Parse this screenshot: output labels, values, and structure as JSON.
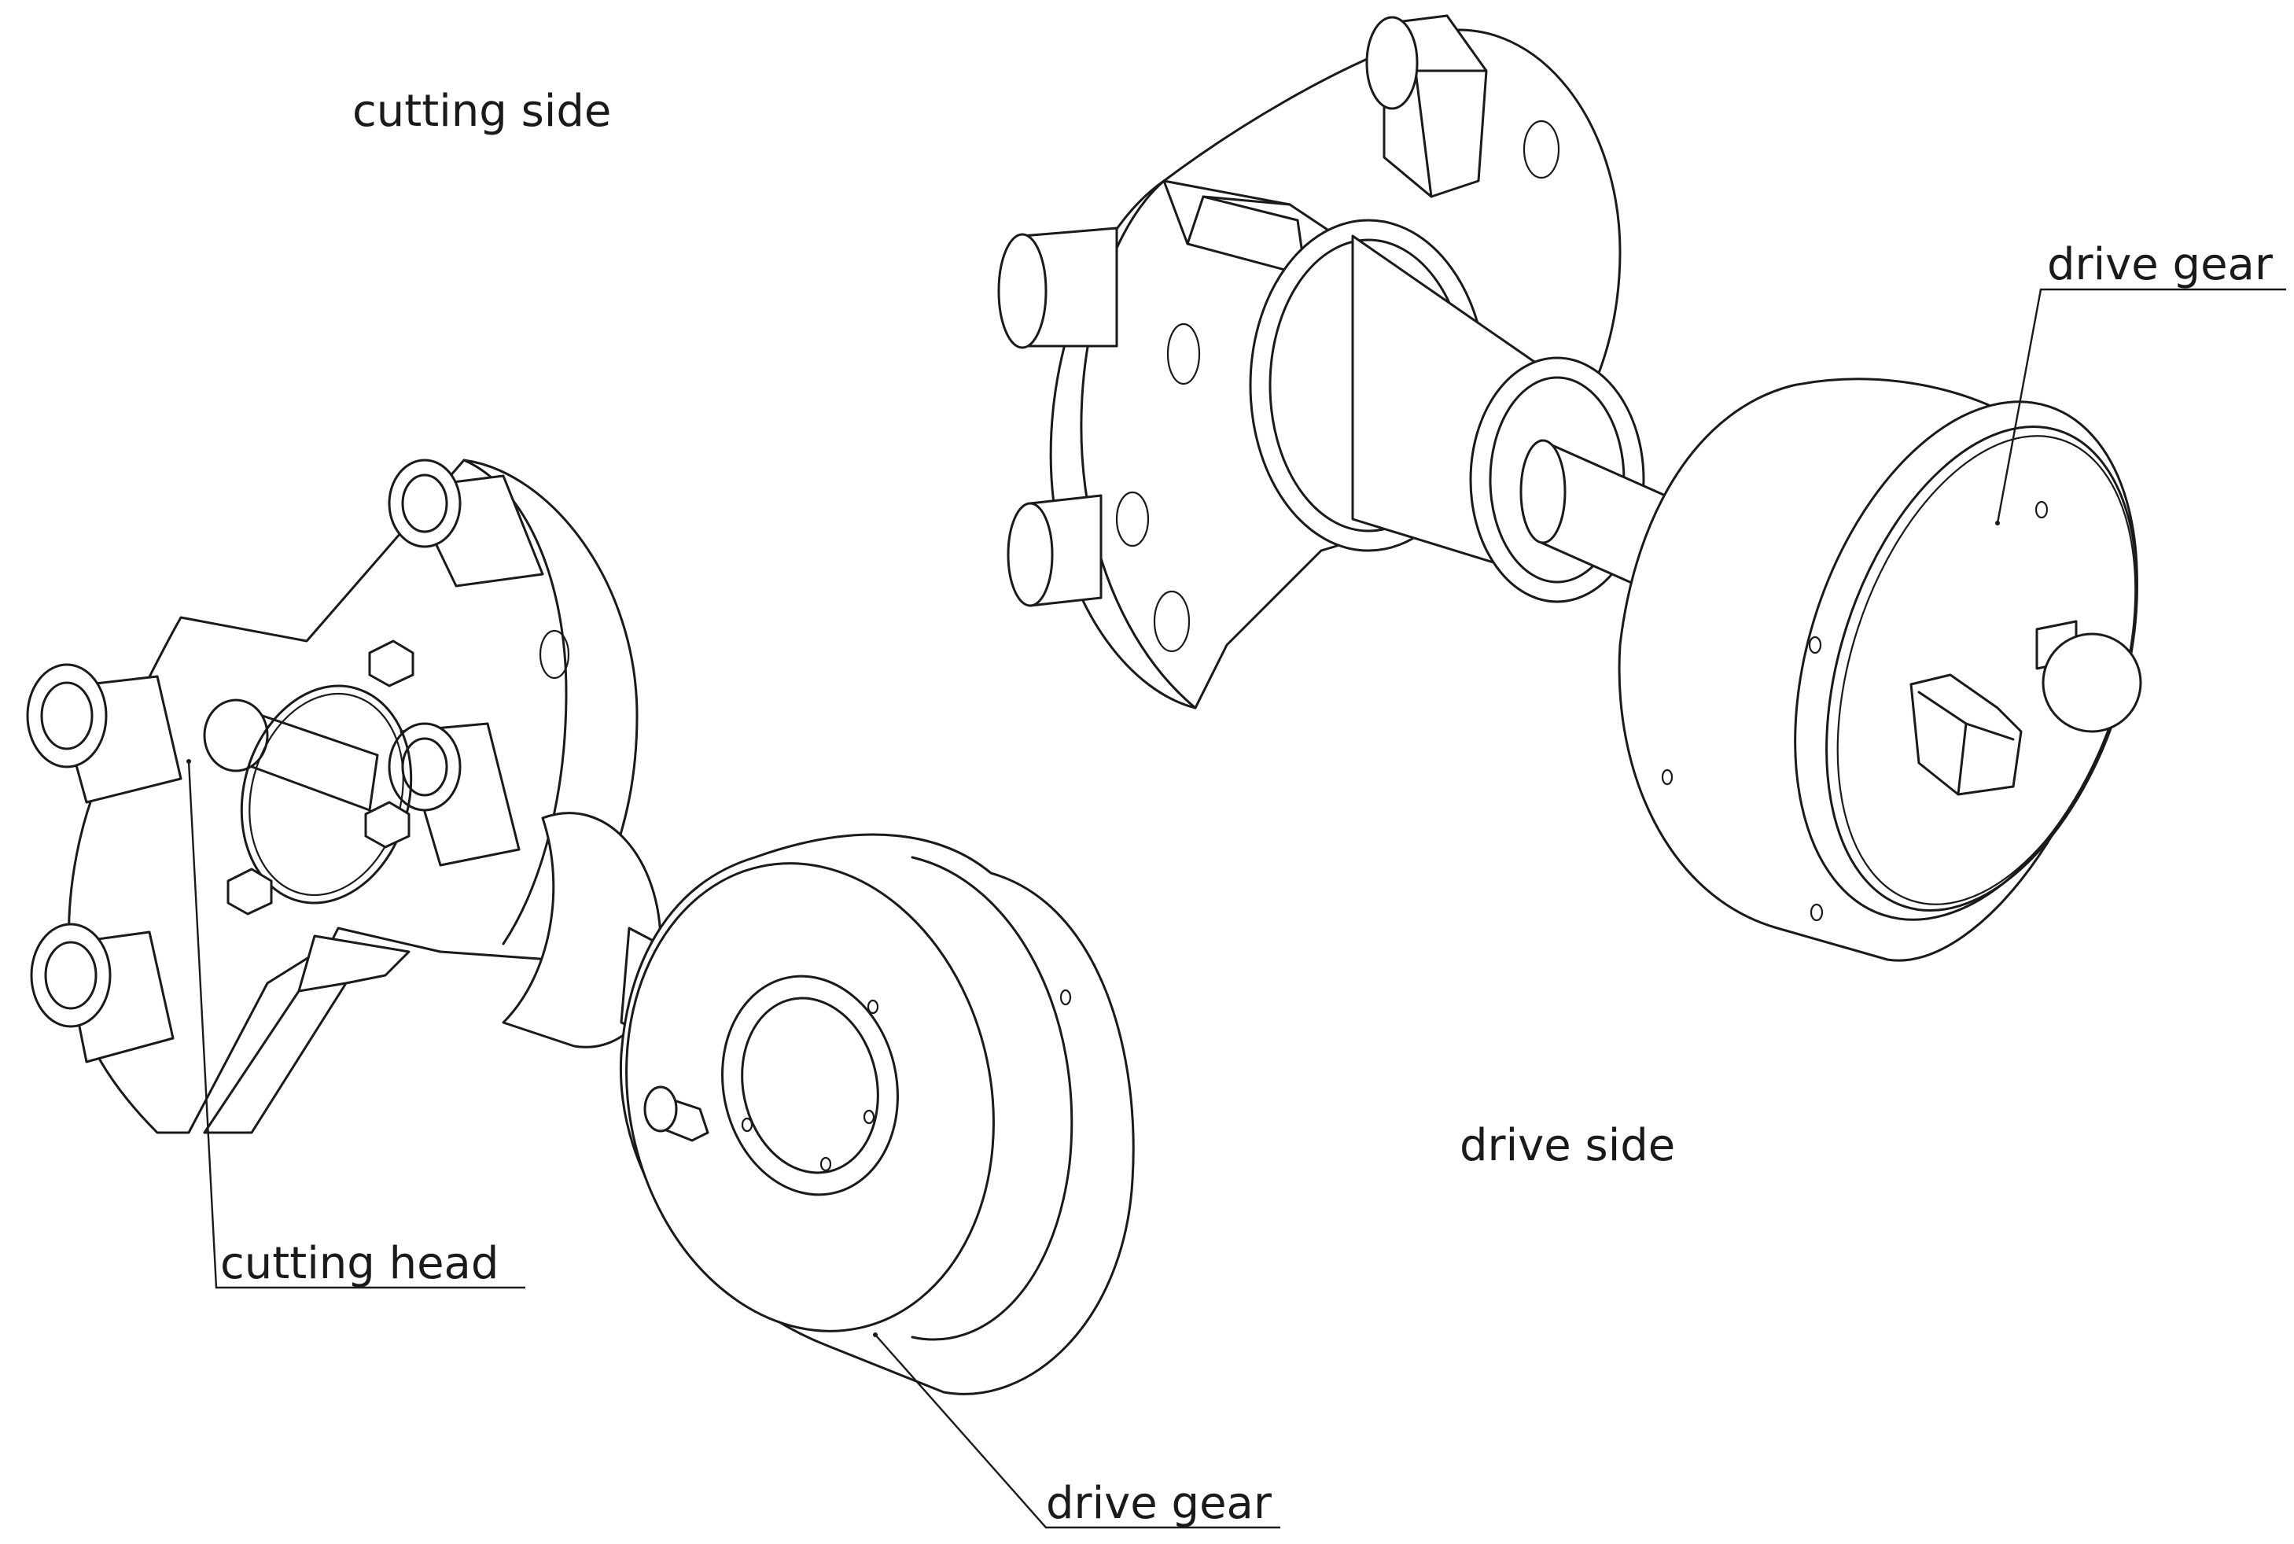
{
  "labels": {
    "cutting_side": "cutting side",
    "drive_side": "drive side",
    "drive_gear_top": "drive gear",
    "cutting_head": "cutting head",
    "drive_gear_bottom": "drive gear"
  },
  "colors": {
    "line": "#1a1a1a",
    "background": "#ffffff"
  }
}
